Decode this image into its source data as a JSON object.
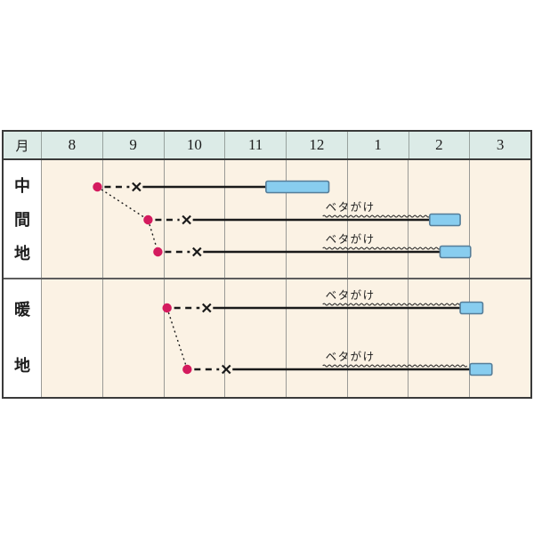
{
  "table": {
    "corner_label": "月",
    "months": [
      "8",
      "9",
      "10",
      "11",
      "12",
      "1",
      "2",
      "3"
    ],
    "regions": [
      {
        "label": "中間地"
      },
      {
        "label": "暖地"
      }
    ],
    "colors": {
      "header_bg": "#dcebe7",
      "chart_bg": "#fbf2e4",
      "label_bg": "#ffffff",
      "grid": "#9a9a96",
      "outer_border": "#3a3a3a",
      "region_separator": "#5d5d5d"
    }
  },
  "chart_data": {
    "type": "gantt-calendar",
    "x_axis": {
      "unit": "month",
      "corner_label": "月",
      "ticks": [
        "8",
        "9",
        "10",
        "11",
        "12",
        "1",
        "2",
        "3"
      ]
    },
    "regions": [
      "中間地",
      "暖地"
    ],
    "rows": [
      {
        "region": "中間地",
        "sow": 0.91,
        "transplant": 1.55,
        "harvest": [
          3.67,
          4.7
        ],
        "cover": null
      },
      {
        "region": "中間地",
        "sow": 1.74,
        "transplant": 2.37,
        "harvest": [
          6.35,
          6.85
        ],
        "cover": {
          "from": 4.6,
          "label": "ベタがけ"
        }
      },
      {
        "region": "中間地",
        "sow": 1.9,
        "transplant": 2.54,
        "harvest": [
          6.52,
          7.02
        ],
        "cover": {
          "from": 4.6,
          "label": "ベタがけ"
        }
      },
      {
        "region": "暖地",
        "sow": 2.05,
        "transplant": 2.7,
        "harvest": [
          6.85,
          7.22
        ],
        "cover": {
          "from": 4.6,
          "label": "ベタがけ"
        }
      },
      {
        "region": "暖地",
        "sow": 2.38,
        "transplant": 3.02,
        "harvest": [
          7.01,
          7.37
        ],
        "cover": {
          "from": 4.6,
          "label": "ベタがけ"
        }
      }
    ],
    "row_y": [
      210,
      247,
      283,
      346,
      415
    ],
    "connectors": [
      [
        0,
        1
      ],
      [
        1,
        2
      ],
      [
        3,
        4
      ]
    ],
    "colors": {
      "dot": "#d41b5e",
      "bar_fill": "#88cdef",
      "bar_border": "#557d98",
      "line": "#1a1a1a",
      "label_text": "#1d1d1d"
    }
  }
}
